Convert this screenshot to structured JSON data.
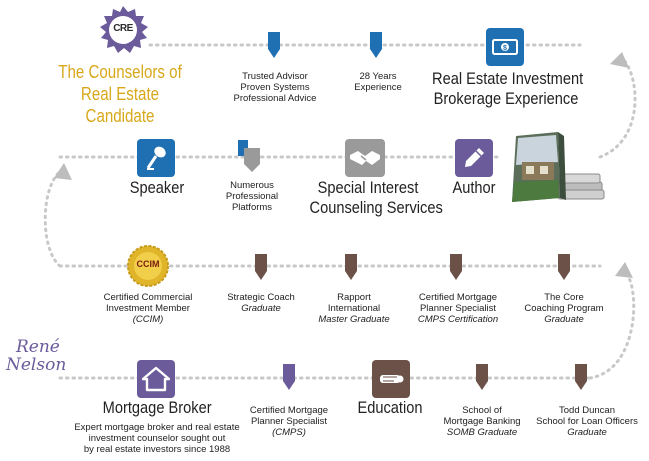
{
  "cre_badge": "CRE",
  "cre_title": [
    "The Counselors of",
    "Real Estate",
    "Candidate"
  ],
  "row1": {
    "trusted": [
      "Trusted Advisor",
      "Proven Systems",
      "Professional Advice"
    ],
    "years": [
      "28 Years",
      "Experience"
    ],
    "brokerage": [
      "Real Estate Investment",
      "Brokerage Experience"
    ]
  },
  "row2": {
    "speaker": "Speaker",
    "platforms": [
      "Numerous",
      "Professional",
      "Platforms"
    ],
    "special": [
      "Special Interest",
      "Counseling Services"
    ],
    "author": "Author"
  },
  "row3": {
    "ccim_badge": "CCIM",
    "ccim": [
      "Certified Commercial",
      "Investment Member",
      "(CCIM)"
    ],
    "coach": [
      "Strategic Coach",
      "Graduate"
    ],
    "rapport": [
      "Rapport",
      "International",
      "Master Graduate"
    ],
    "cmps_cert": [
      "Certified Mortgage",
      "Planner Specialist",
      "CMPS Certification"
    ],
    "core": [
      "The Core",
      "Coaching Program",
      "Graduate"
    ]
  },
  "signature": [
    "René",
    "Nelson"
  ],
  "row4": {
    "broker": "Mortgage Broker",
    "broker_desc": [
      "Expert mortgage broker and real estate",
      "investment counselor sought out",
      "by real estate investors since 1988"
    ],
    "cmps": [
      "Certified Mortgage",
      "Planner Specialist",
      "(CMPS)"
    ],
    "education": "Education",
    "banking": [
      "School of",
      "Mortgage Banking",
      "SOMB Graduate"
    ],
    "duncan": [
      "Todd Duncan",
      "School for Loan Officers",
      "Graduate"
    ]
  },
  "colors": {
    "blue": "#1f6fb3",
    "purple": "#6b5b9a",
    "brown": "#6b5148",
    "gold": "#d8a81a",
    "grey": "#9a9a9a",
    "line": "#c8c8c8"
  }
}
